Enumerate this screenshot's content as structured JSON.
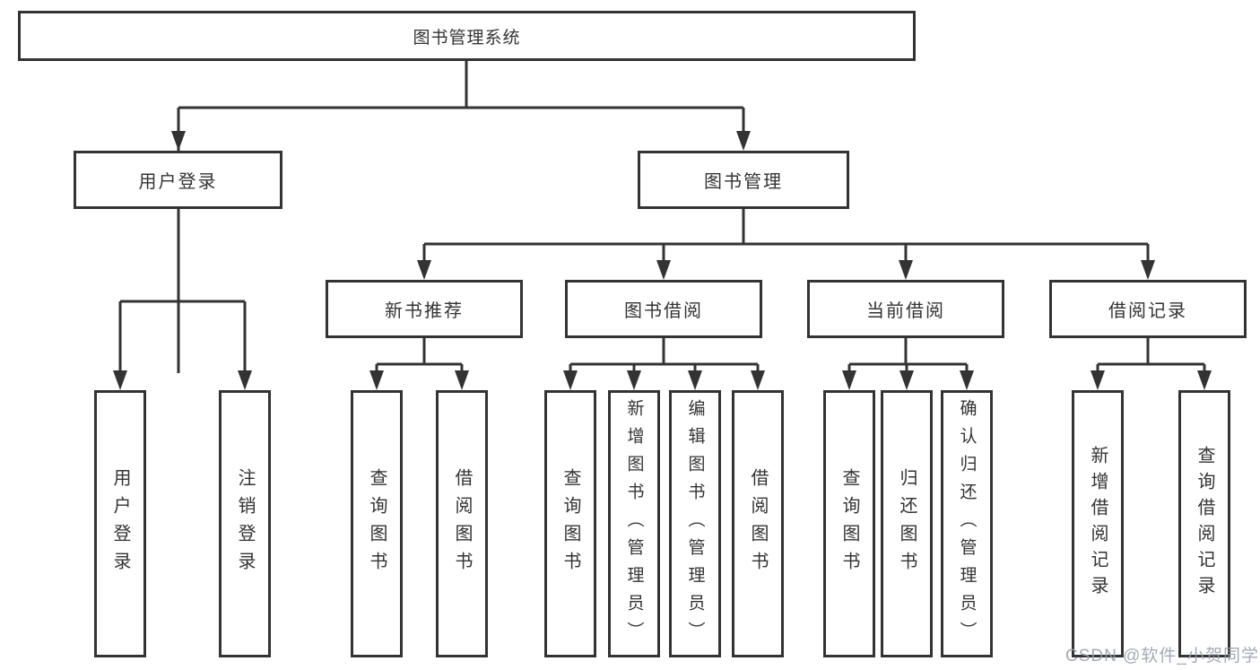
{
  "diagram": {
    "type": "hierarchy",
    "title": "图书管理系统",
    "nodes": {
      "root": "图书管理系统",
      "user_login": "用户登录",
      "book_management": "图书管理",
      "new_book_recommend": "新书推荐",
      "book_borrow": "图书借阅",
      "current_borrow": "当前借阅",
      "borrow_records": "借阅记录",
      "leaf_user_login": "用户登录",
      "leaf_logout": "注销登录",
      "leaf_query_book_a": "查询图书",
      "leaf_borrow_book_a": "借阅图书",
      "leaf_query_book_b": "查询图书",
      "leaf_add_book_admin": "新增图书（管理员）",
      "leaf_edit_book_admin": "编辑图书（管理员）",
      "leaf_borrow_book_b": "借阅图书",
      "leaf_query_book_c": "查询图书",
      "leaf_return_book": "归还图书",
      "leaf_confirm_return_admin": "确认归还（管理员）",
      "leaf_add_borrow_record": "新增借阅记录",
      "leaf_query_borrow_record": "查询借阅记录"
    },
    "hierarchy": {
      "图书管理系统": {
        "用户登录": [
          "用户登录",
          "注销登录"
        ],
        "图书管理": {
          "新书推荐": [
            "查询图书",
            "借阅图书"
          ],
          "图书借阅": [
            "查询图书",
            "新增图书（管理员）",
            "编辑图书（管理员）",
            "借阅图书"
          ],
          "当前借阅": [
            "查询图书",
            "归还图书",
            "确认归还（管理员）"
          ],
          "借阅记录": [
            "新增借阅记录",
            "查询借阅记录"
          ]
        }
      }
    },
    "colors": {
      "line": "#333333",
      "box_border": "#333333",
      "text": "#333333",
      "background": "#ffffff",
      "watermark": "#9aa0ab"
    }
  },
  "watermark": "CSDN @软件_小贺同学"
}
